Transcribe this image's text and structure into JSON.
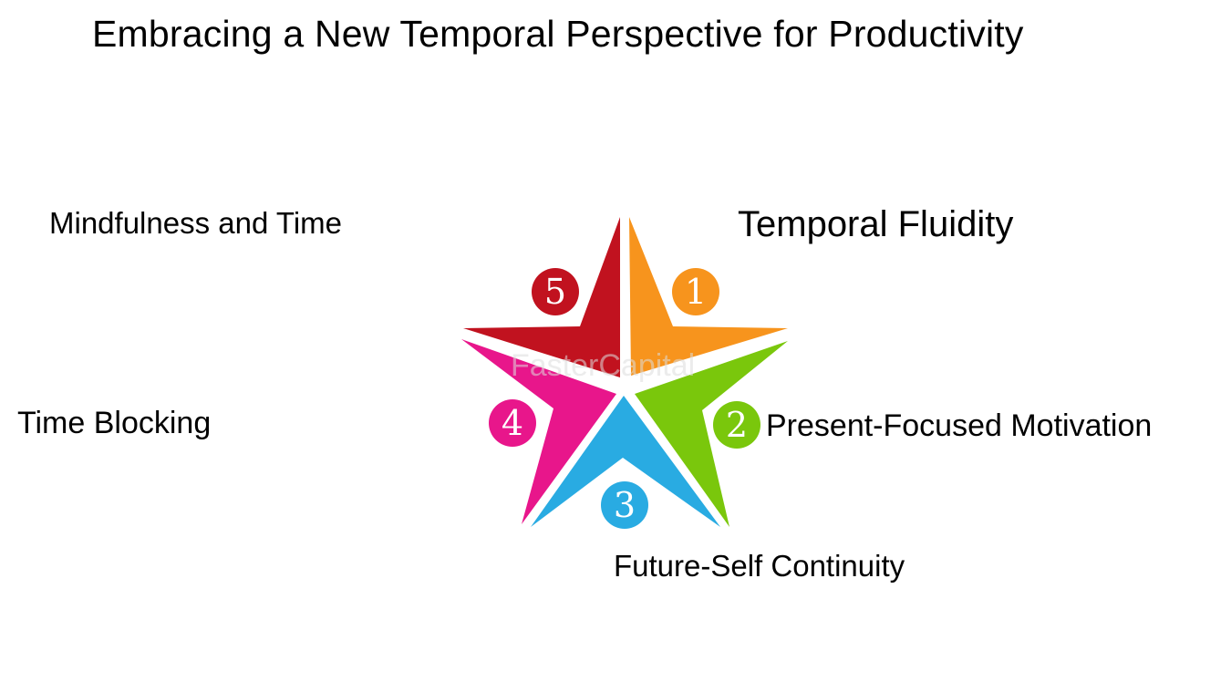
{
  "title": "Embracing a New Temporal Perspective for Productivity",
  "labels": {
    "mindfulness": "Mindfulness and Time",
    "temporal_fluidity": "Temporal Fluidity",
    "time_blocking": "Time Blocking",
    "present_focused": "Present-Focused Motivation",
    "future_self": "Future-Self Continuity"
  },
  "star_points": [
    {
      "number": "1",
      "color": "#f7941d"
    },
    {
      "number": "2",
      "color": "#7ac70c"
    },
    {
      "number": "3",
      "color": "#29abe2"
    },
    {
      "number": "4",
      "color": "#e8168b"
    },
    {
      "number": "5",
      "color": "#c1121f"
    }
  ],
  "watermark": "FasterCapital"
}
